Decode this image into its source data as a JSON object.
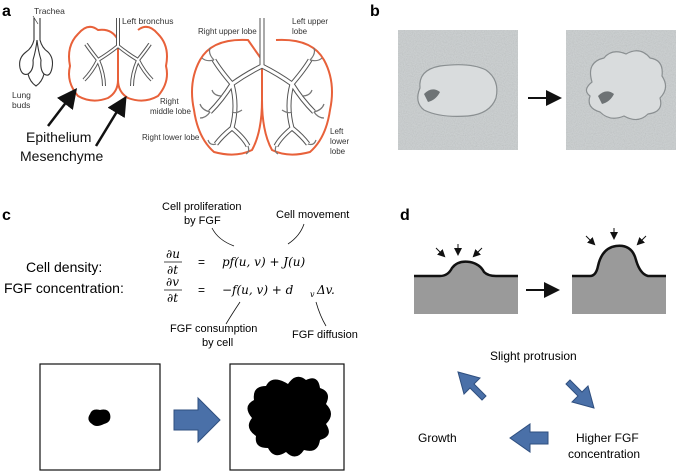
{
  "panel_labels": {
    "a": "a",
    "b": "b",
    "c": "c",
    "d": "d"
  },
  "panel_a": {
    "trachea": "Trachea",
    "left_bronchus": "Left bronchus",
    "lung_buds_1": "Lung",
    "lung_buds_2": "buds",
    "epithelium": "Epithelium",
    "mesenchyme": "Mesenchyme",
    "right_upper_lobe": "Right upper lobe",
    "left_upper_lobe_1": "Left upper",
    "left_upper_lobe_2": "lobe",
    "right_middle_lobe_1": "Right",
    "right_middle_lobe_2": "middle lobe",
    "right_lower_lobe": "Right lower lobe",
    "left_lower_lobe_1": "Left",
    "left_lower_lobe_2": "lower",
    "left_lower_lobe_3": "lobe"
  },
  "panel_c": {
    "cell_proliferation_1": "Cell proliferation",
    "cell_proliferation_2": "by FGF",
    "cell_movement": "Cell movement",
    "cell_density": "Cell density:",
    "fgf_concentration": "FGF concentration:",
    "eq1_lhs_top": "∂u",
    "eq1_lhs_bot": "∂t",
    "eq1_eq": "=",
    "eq1_rhs": "pf(u, v) + J(u)",
    "eq2_lhs_top": "∂v",
    "eq2_lhs_bot": "∂t",
    "eq2_eq": "=",
    "eq2_rhs": "−f(u, v) + d",
    "eq2_sub": "v",
    "eq2_tail": "Δv.",
    "fgf_consumption_1": "FGF consumption",
    "fgf_consumption_2": "by cell",
    "fgf_diffusion": "FGF diffusion"
  },
  "panel_d": {
    "slight_protrusion": "Slight protrusion",
    "growth": "Growth",
    "higher_fgf_1": "Higher FGF",
    "higher_fgf_2": "concentration"
  },
  "colors": {
    "accent_blue": "#4a70a8",
    "lung_orange": "#e8613a",
    "tissue_gray": "#9a9a9a",
    "micrograph_bg": "#cfd3d4"
  }
}
